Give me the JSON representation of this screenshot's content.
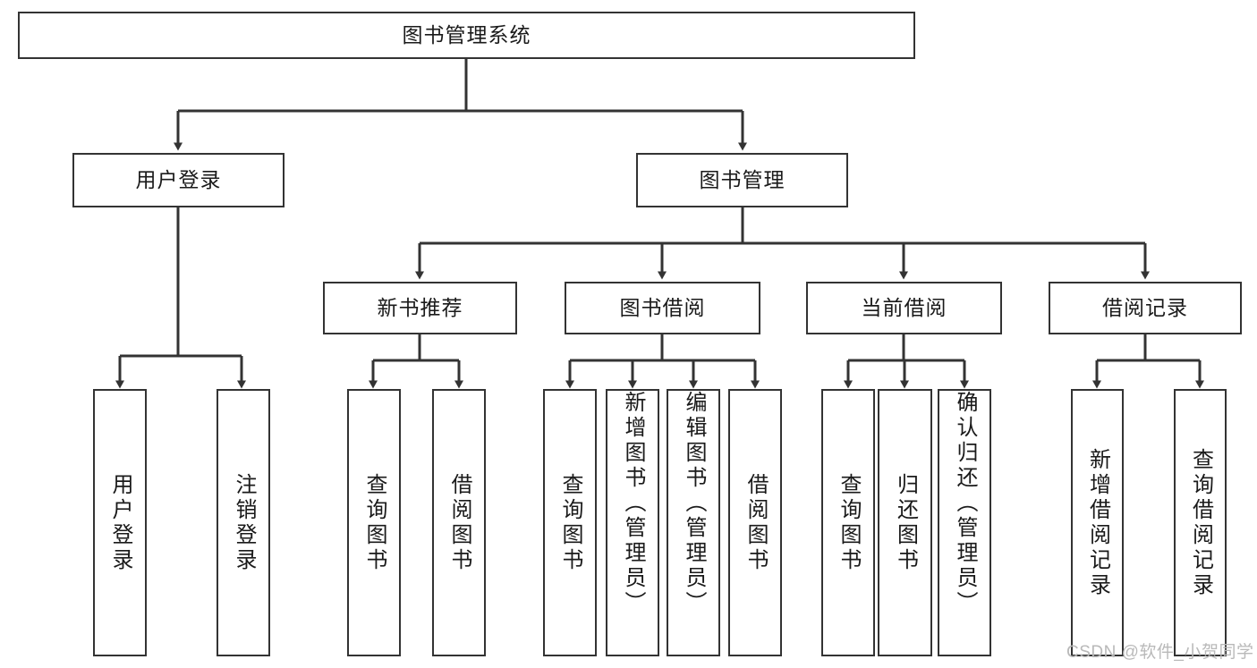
{
  "diagram": {
    "type": "tree-hierarchy-chart",
    "title": "图书管理系统",
    "background_color": "#ffffff",
    "line_color": "#333333",
    "text_color": "#1a1a1a",
    "root": {
      "label": "图书管理系统",
      "level": 1
    },
    "level2": [
      {
        "label": "用户登录"
      },
      {
        "label": "图书管理"
      }
    ],
    "level3": [
      {
        "label": "新书推荐"
      },
      {
        "label": "图书借阅"
      },
      {
        "label": "当前借阅"
      },
      {
        "label": "借阅记录"
      }
    ],
    "leaves": {
      "user_login": [
        {
          "label": "用户登录"
        },
        {
          "label": "注销登录"
        }
      ],
      "new_book_recommend": [
        {
          "label": "查询图书"
        },
        {
          "label": "借阅图书"
        }
      ],
      "book_borrow": [
        {
          "label": "查询图书"
        },
        {
          "label": "新增图书（管理员）"
        },
        {
          "label": "编辑图书（管理员）"
        },
        {
          "label": "借阅图书"
        }
      ],
      "current_borrow": [
        {
          "label": "查询图书"
        },
        {
          "label": "归还图书"
        },
        {
          "label": "确认归还（管理员）"
        }
      ],
      "borrow_record": [
        {
          "label": "新增借阅记录"
        },
        {
          "label": "查询借阅记录"
        }
      ]
    }
  },
  "watermark": {
    "text": "CSDN @软件_小贺同学"
  }
}
